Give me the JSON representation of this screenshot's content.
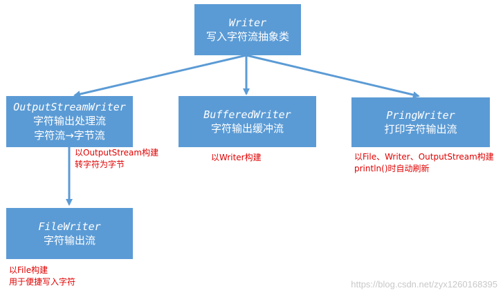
{
  "nodes": {
    "writer": {
      "class_name": "Writer",
      "desc": "写入字符流抽象类"
    },
    "output_stream_writer": {
      "class_name": "OutputStreamWriter",
      "desc_line1": "字符输出处理流",
      "desc_line2": "字符流→字节流"
    },
    "buffered_writer": {
      "class_name": "BufferedWriter",
      "desc": "字符输出缓冲流"
    },
    "pring_writer": {
      "class_name": "PringWriter",
      "desc": "打印字符输出流"
    },
    "file_writer": {
      "class_name": "FileWriter",
      "desc": "字符输出流"
    }
  },
  "notes": {
    "output_stream_writer": {
      "line1": "以OutputStream构建",
      "line2": "转字符为字节"
    },
    "buffered_writer": {
      "line1": "以Writer构建"
    },
    "pring_writer": {
      "line1": "以File、Writer、OutputStream构建",
      "line2": "println()时自动刷新"
    },
    "file_writer": {
      "line1": "以File构建",
      "line2": "用于便捷写入字符"
    }
  },
  "watermark": "https://blog.csdn.net/zyx1260168395",
  "colors": {
    "box_fill": "#5b9bd5",
    "box_text": "#ffffff",
    "arrow": "#5b9bd5",
    "note_text": "#e00000",
    "watermark": "#c8c8c8"
  }
}
